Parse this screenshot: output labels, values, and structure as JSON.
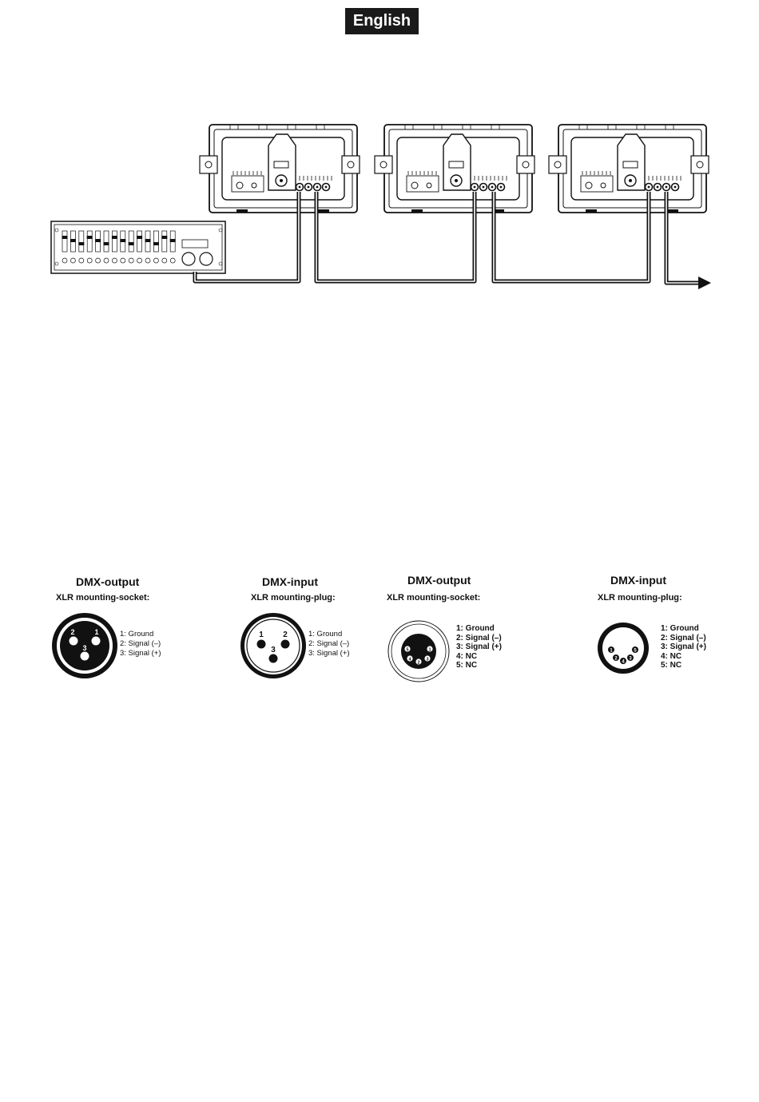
{
  "header": {
    "language": "English"
  },
  "connectors": [
    {
      "title": "DMX-output",
      "subtitle": "XLR mounting-socket:",
      "pins": [
        "1: Ground",
        "2: Signal (–)",
        "3: Signal (+)"
      ],
      "pin_labels": [
        "2",
        "1",
        "3"
      ]
    },
    {
      "title": "DMX-input",
      "subtitle": "XLR mounting-plug:",
      "pins": [
        "1: Ground",
        "2: Signal (–)",
        "3: Signal (+)"
      ],
      "pin_labels": [
        "1",
        "2",
        "3"
      ]
    },
    {
      "title": "DMX-output",
      "subtitle": "XLR mounting-socket:",
      "pins": [
        "1: Ground",
        "2: Signal (–)",
        "3: Signal (+)",
        "4: NC",
        "5: NC"
      ],
      "pin_labels": [
        "5",
        "1",
        "4",
        "3",
        "2"
      ]
    },
    {
      "title": "DMX-input",
      "subtitle": "XLR mounting-plug:",
      "pins": [
        "1: Ground",
        "2: Signal (–)",
        "3: Signal (+)",
        "4: NC",
        "5: NC"
      ],
      "pin_labels": [
        "1",
        "5",
        "2",
        "3",
        "4"
      ]
    }
  ],
  "colors": {
    "ink": "#111111",
    "badge_bg": "#1a1a1a",
    "badge_text": "#ffffff"
  }
}
